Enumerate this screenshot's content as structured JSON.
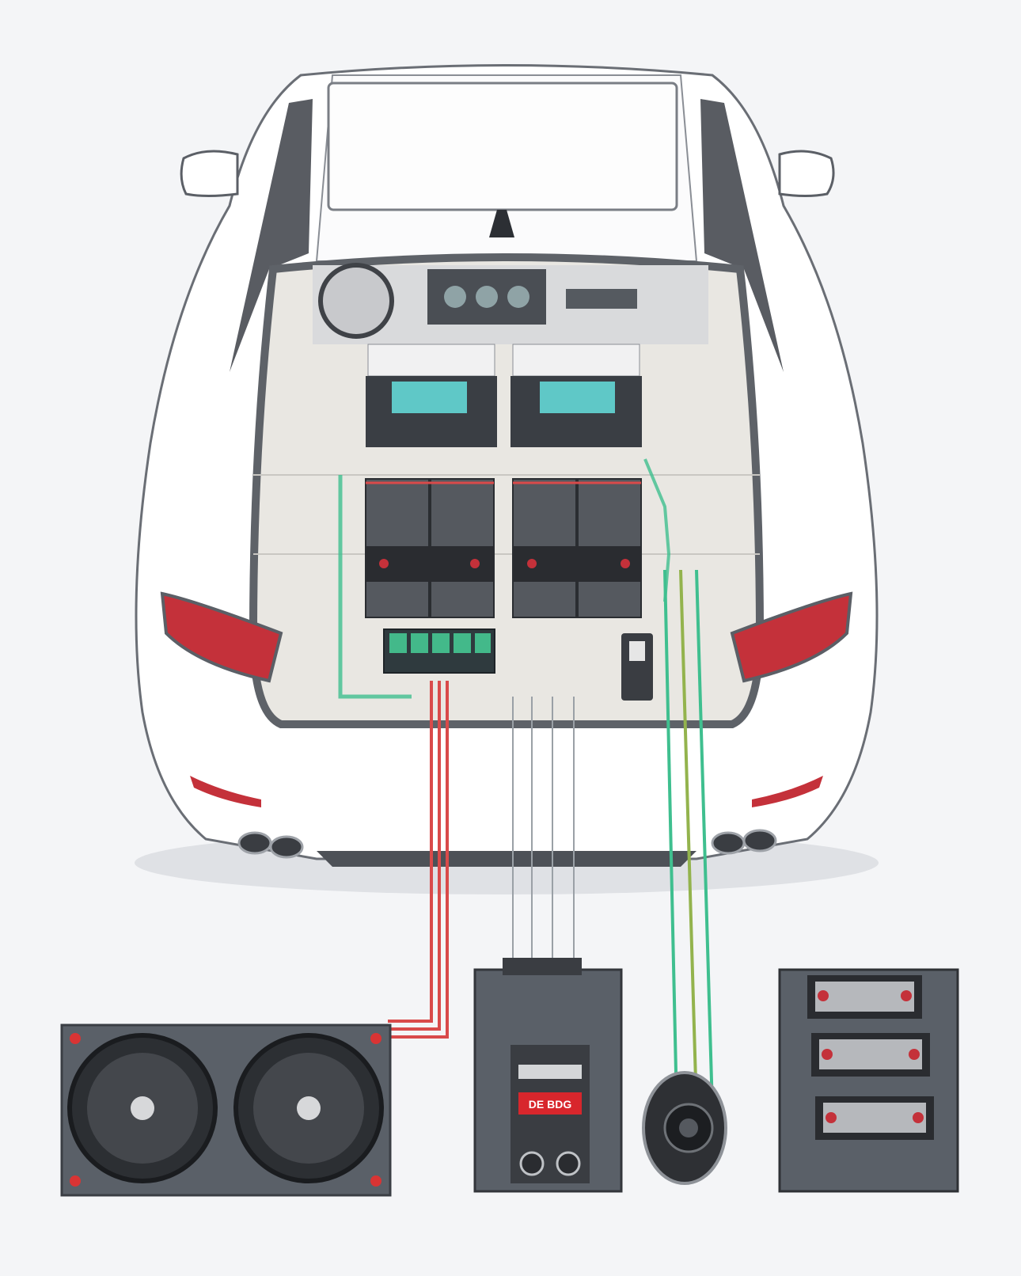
{
  "scene": {
    "title": "Car audio system installation diagram",
    "background": "#f4f5f7",
    "car_color": "#ffffff",
    "car_outline": "#5b5f66",
    "trunk_floor": "#e9e7e2",
    "taillight_color": "#c4313a"
  },
  "components": {
    "car": {
      "label": "Sedan, rear view with open trunk"
    },
    "amplifiers": [
      {
        "label": "Amplifier 1",
        "screen_color": "#5fc8c7"
      },
      {
        "label": "Amplifier 2",
        "screen_color": "#5fc8c7"
      }
    ],
    "batteries": [
      {
        "label": "Battery 1"
      },
      {
        "label": "Battery 2"
      },
      {
        "label": "Battery 3"
      },
      {
        "label": "Battery 4"
      }
    ],
    "fuse_block": {
      "label": "Fuse / distribution block",
      "color": "#43b98a"
    },
    "subwoofer_box": {
      "label": "Dual subwoofer enclosure",
      "color": "#5a6068"
    },
    "control_module": {
      "label": "Control module",
      "badge_text": "DE BDG",
      "badge_color": "#d8262c"
    },
    "speaker": {
      "label": "Round speaker"
    },
    "crossover_unit": {
      "label": "Triple crossover unit"
    }
  },
  "wires": {
    "power_color": "#d94a4a",
    "signal_color": "#9aa0a6",
    "green_color": "#3fbf8f",
    "olive_color": "#93b34d"
  }
}
